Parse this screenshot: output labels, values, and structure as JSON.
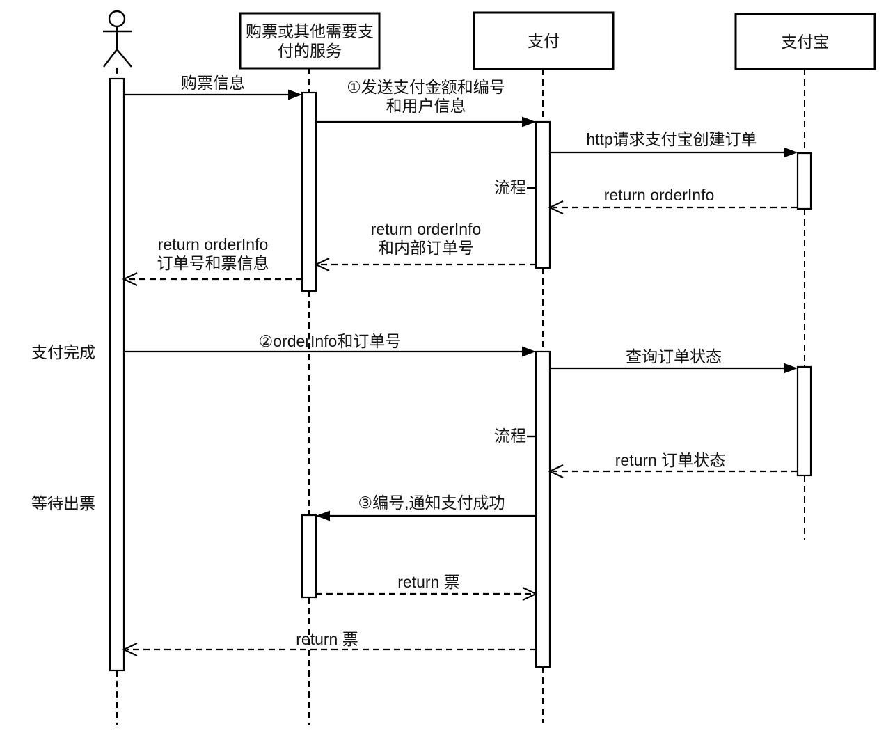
{
  "diagram": {
    "type": "uml-sequence-diagram",
    "participants": {
      "actor": "",
      "ticket_service": "购票或其他需要支\n付的服务",
      "payment": "支付",
      "alipay": "支付宝"
    },
    "side_notes": {
      "payment_done": "支付完成",
      "waiting_ticket": "等待出票"
    },
    "process_labels": {
      "first": "流程",
      "second": "流程"
    },
    "messages": {
      "m1": "购票信息",
      "m2": "①发送支付金额和编号\n和用户信息",
      "m3": "http请求支付宝创建订单",
      "m4": "return orderInfo",
      "m5": "return orderInfo\n和内部订单号",
      "m6": "return orderInfo\n订单号和票信息",
      "m7": "②orderInfo和订单号",
      "m8": "查询订单状态",
      "m9": "return 订单状态",
      "m10": "③编号,通知支付成功",
      "m11": "return 票",
      "m12": "return 票"
    },
    "colors": {
      "stroke": "#000000",
      "background": "#ffffff",
      "text": "#141414"
    }
  }
}
